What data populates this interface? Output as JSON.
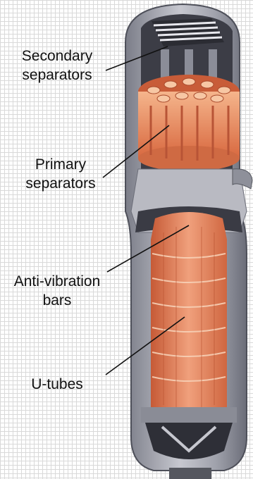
{
  "labels": {
    "secondary": {
      "line1": "Secondary",
      "line2": "separators"
    },
    "primary": {
      "line1": "Primary",
      "line2": "separators"
    },
    "antivibration": {
      "line1": "Anti-vibration",
      "line2": "bars"
    },
    "utubes": {
      "line1": "U-tubes"
    }
  },
  "colors": {
    "shell": "#9a9aa6",
    "shell_dark": "#5d5f6a",
    "tube": "#e2774f",
    "tube_light": "#f2a37f",
    "separator": "#d96b45",
    "leader": "#111111"
  }
}
